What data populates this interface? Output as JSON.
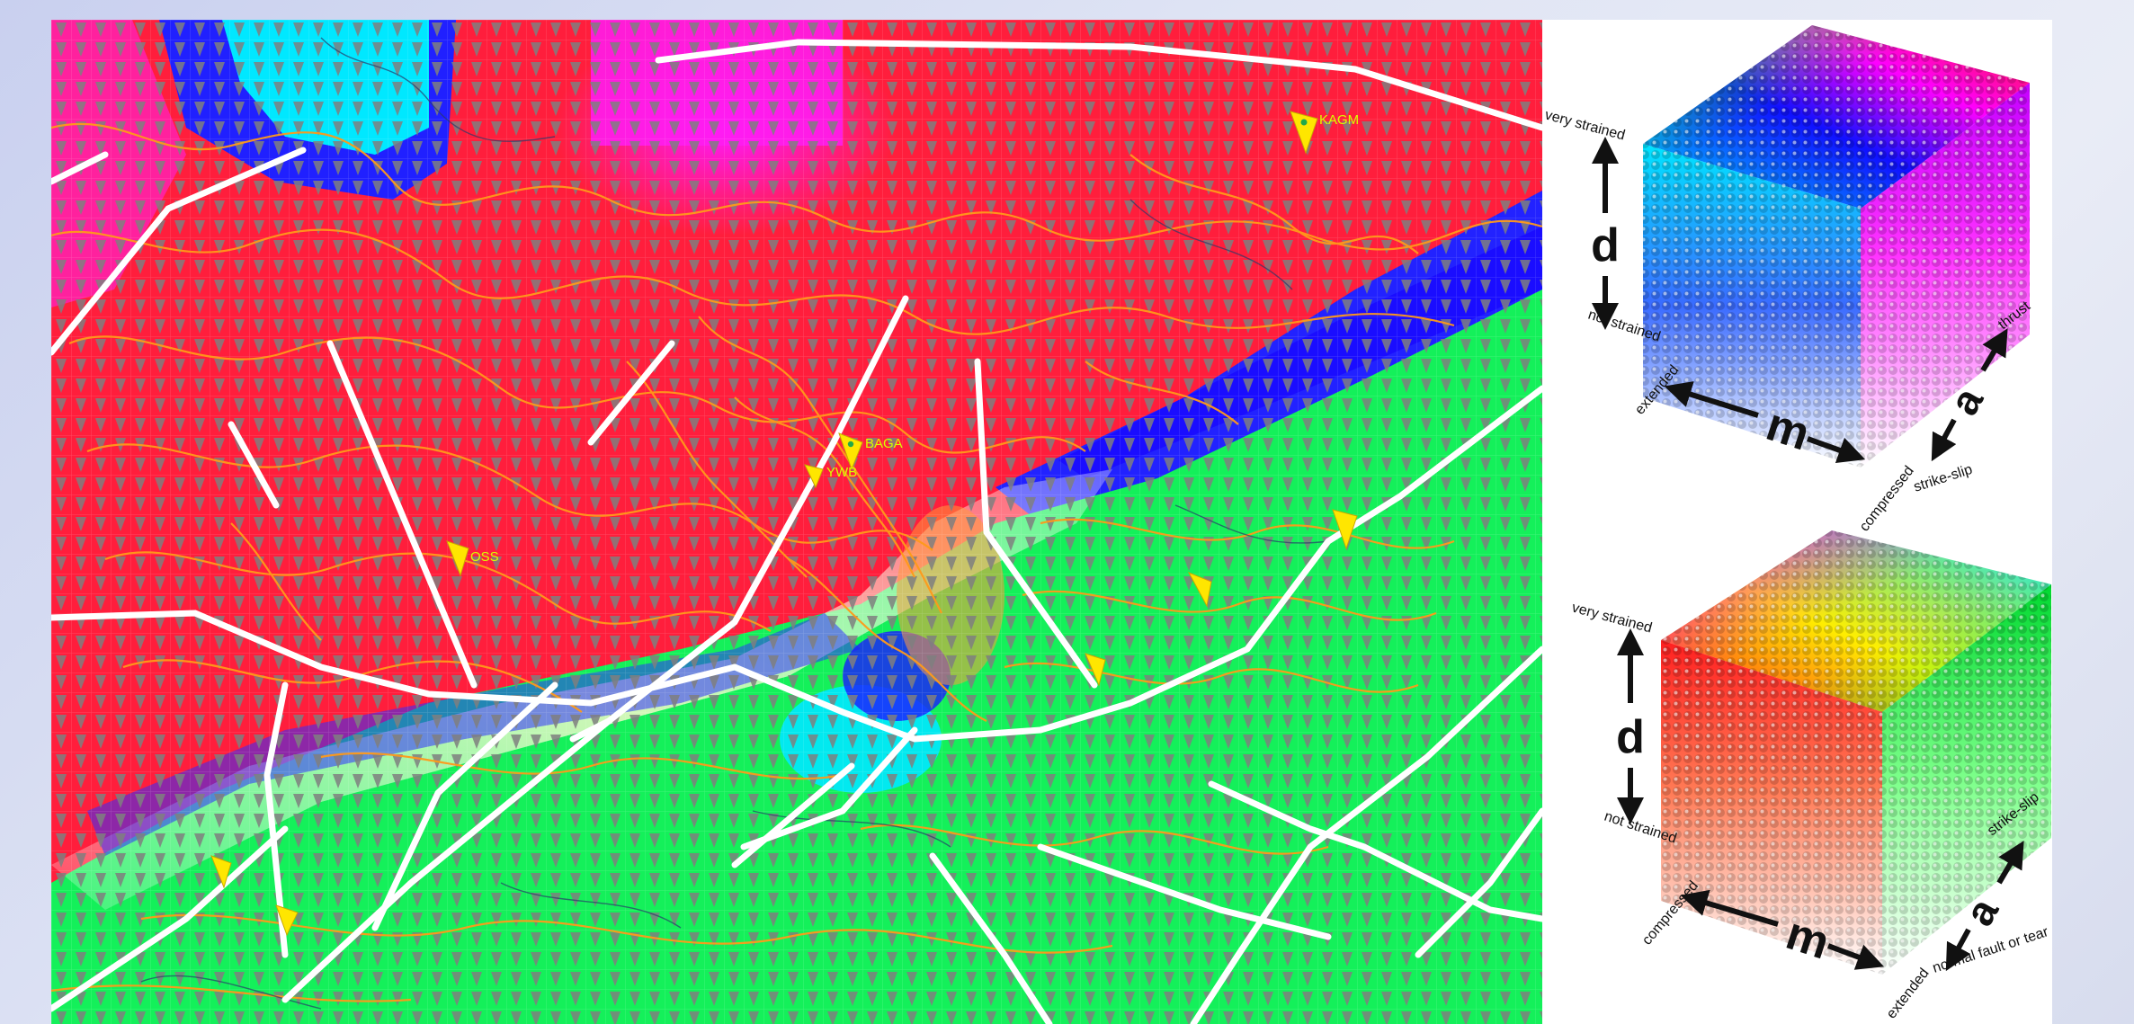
{
  "map": {
    "stations": [
      {
        "code": "KAGM"
      },
      {
        "code": "BAGA"
      },
      {
        "code": "YWB"
      },
      {
        "code": "OSS"
      }
    ]
  },
  "legend": {
    "cubes": [
      {
        "labels": {
          "top_left": "very strained",
          "mid_left": "not strained",
          "bottom_left": "extended",
          "bottom_mid": "compressed",
          "bottom_right": "strike-slip",
          "right": "thrust"
        },
        "axis_letters": {
          "vertical": "d",
          "horizontal": "m",
          "diagonal": "a"
        },
        "corner_colors": {
          "top_front_left": "#00e5ff",
          "top_back_left": "#1fff38",
          "top_back_right": "#ffe800",
          "top_front_right": "#ff1a1a",
          "top_center": "#1010ff",
          "right_mid": "#ff00ff",
          "bottom": "#ffffff"
        }
      },
      {
        "labels": {
          "top_left": "very strained",
          "mid_left": "not strained",
          "bottom_left": "compressed",
          "bottom_mid": "extended",
          "bottom_right": "normal fault or tear",
          "right": "strike-slip"
        },
        "axis_letters": {
          "vertical": "d",
          "horizontal": "m",
          "diagonal": "a"
        },
        "corner_colors": {
          "top_front_left": "#ff1a1a",
          "top_back_left": "#ff00ff",
          "top_back_right": "#00e5ff",
          "top_front_right": "#1fff38",
          "top_center": "#ffff00",
          "right_mid": "#00ff40",
          "bottom": "#ffffff"
        }
      }
    ]
  }
}
